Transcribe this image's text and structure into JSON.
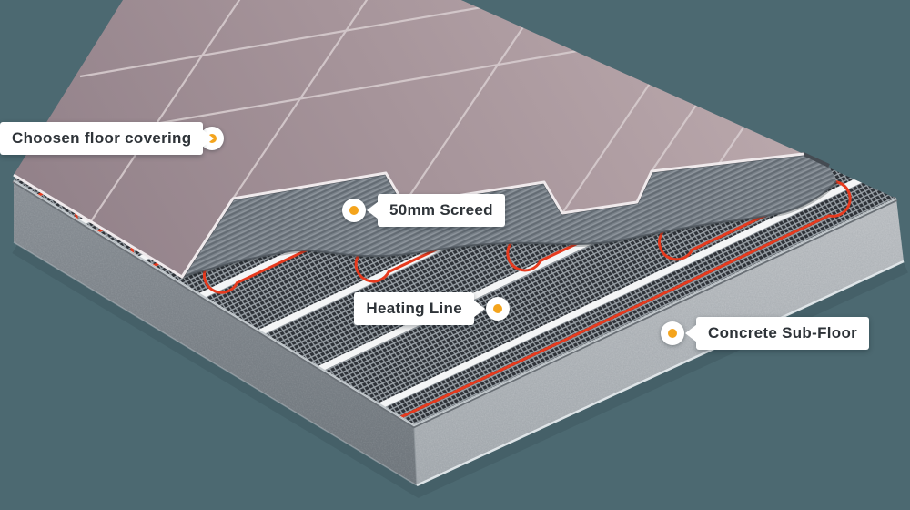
{
  "background": "#4c6971",
  "labels": [
    {
      "text": "Choosen floor covering",
      "pointer": "right"
    },
    {
      "text": "50mm Screed",
      "pointer": "left"
    },
    {
      "text": "Heating Line",
      "pointer": "right"
    },
    {
      "text": "Concrete Sub-Floor",
      "pointer": "left"
    }
  ],
  "marker": {
    "ring_color": "#ffffff",
    "dot_color": "#f4a41c"
  },
  "colors": {
    "tile_light": "#b9a7ab",
    "tile_base": "#a6949a",
    "tile_dark": "#93828a",
    "grout": "#d6cbce",
    "tile_edge": "#f0eaec",
    "screed_base": "#7a828a",
    "screed_rib_dark": "#646c74",
    "screed_rib_light": "#8f969d",
    "screed_edge_dark": "#4f565d",
    "mesh_bg": "#2e3238",
    "mesh_line": "#9aa1a7",
    "strip": "#f4f5f6",
    "cable": "#e63a1e",
    "mat_edge": "#c6ccd0",
    "concrete_right_top": "#b8bcc0",
    "concrete_right_bottom": "#a2a8ad",
    "concrete_left_top": "#8a9096",
    "concrete_left_bottom": "#6e757b",
    "bottom_highlight": "#e4e9ec",
    "shadow": "#1c2930"
  }
}
